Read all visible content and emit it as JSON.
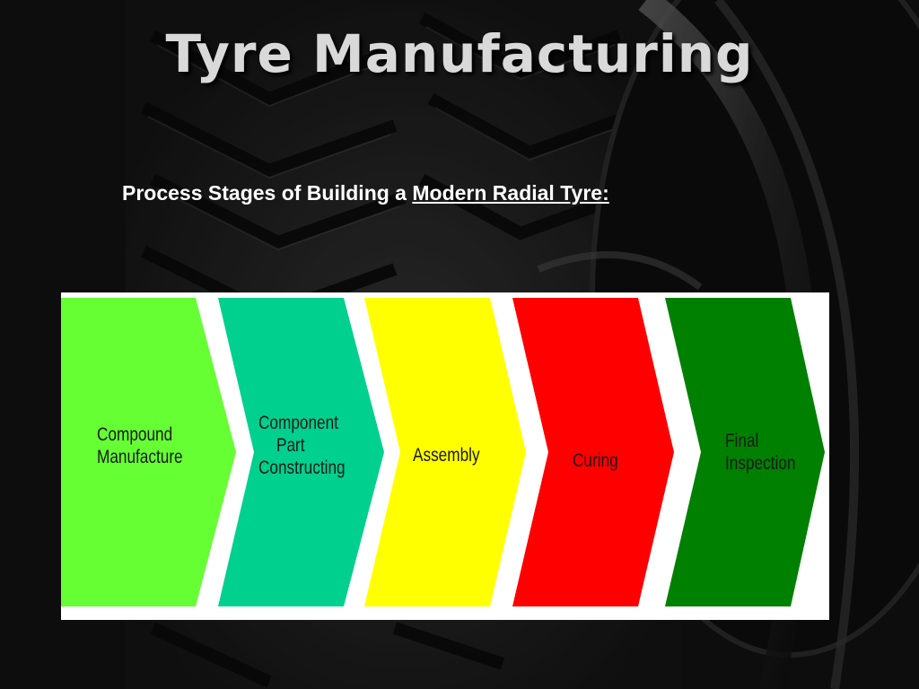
{
  "slide": {
    "title": "Tyre Manufacturing",
    "subtitle_lead": "Process Stages of Building a ",
    "subtitle_emphasis": "Modern Radial Tyre:"
  },
  "process": {
    "background_color": "#ffffff",
    "stages": [
      {
        "label": "Compound Manufacture",
        "lines": [
          "Compound",
          "Manufacture"
        ],
        "color": "#66ff33",
        "align": "start"
      },
      {
        "label": "Component Part Constructing",
        "lines": [
          "Component",
          "Part",
          "Constructing"
        ],
        "color": "#00d08e",
        "align": "start"
      },
      {
        "label": "Assembly",
        "lines": [
          "Assembly"
        ],
        "color": "#ffff00",
        "align": "middle"
      },
      {
        "label": "Curing",
        "lines": [
          "Curing"
        ],
        "color": "#ff0000",
        "align": "middle"
      },
      {
        "label": "Final Inspection",
        "lines": [
          "Final",
          "Inspection"
        ],
        "color": "#008000",
        "align": "middle"
      }
    ]
  }
}
